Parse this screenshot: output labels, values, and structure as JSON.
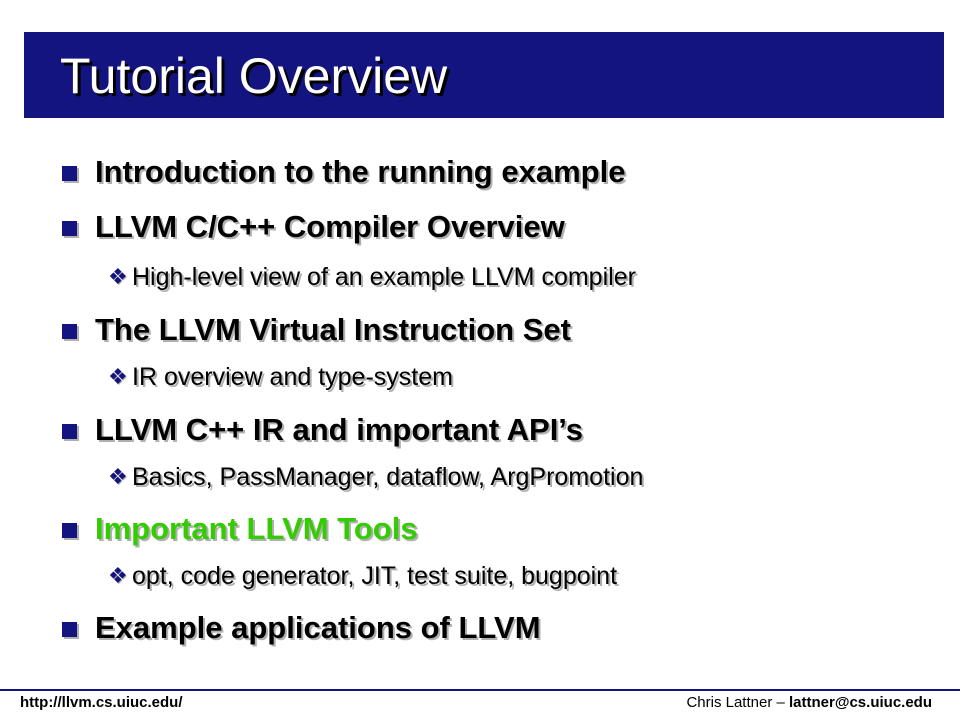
{
  "slide": {
    "title": "Tutorial Overview",
    "items": [
      {
        "level": 1,
        "text": "Introduction to the running example"
      },
      {
        "level": 1,
        "text": "LLVM C/C++ Compiler Overview"
      },
      {
        "level": 2,
        "text": "High-level view of an example LLVM compiler"
      },
      {
        "level": 1,
        "text": "The LLVM Virtual Instruction Set"
      },
      {
        "level": 2,
        "text": "IR overview and type-system"
      },
      {
        "level": 1,
        "text": "LLVM C++ IR and important API’s"
      },
      {
        "level": 2,
        "text": "Basics, PassManager, dataflow, ArgPromotion"
      },
      {
        "level": 1,
        "text": "Important LLVM Tools"
      },
      {
        "level": 2,
        "text": "opt, code generator, JIT, test suite, bugpoint"
      },
      {
        "level": 1,
        "text": "Example applications of LLVM"
      }
    ],
    "bullet_glyph_level2": "❖"
  },
  "footer": {
    "url": "http://llvm.cs.uiuc.edu/",
    "author": "Chris Lattner – ",
    "email": "lattner@cs.uiuc.edu"
  },
  "colors": {
    "title_bar": "#141480",
    "title_text": "#ffffff",
    "highlight": "#33cc00",
    "bullet": "#141480"
  },
  "icons": {
    "level1_bullet": "square-bullet-icon",
    "level2_bullet": "diamond-bullet-icon"
  }
}
